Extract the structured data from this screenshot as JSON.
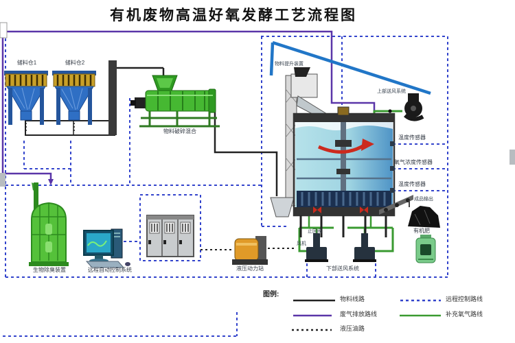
{
  "title": "有机废物高温好氧发酵工艺流程图",
  "labels": {
    "hopper1": "储料仓1",
    "hopper2": "储料仓2",
    "mixer": "物料破碎混合",
    "elevator": "物料提升装置",
    "upper_air": "上部送风系统",
    "sensor_temp_upper": "温度传感器",
    "sensor_oxygen": "氧气浓度传感器",
    "sensor_temp_lower": "温度传感器",
    "product_output": "成品输出",
    "organic_fertilizer": "有机肥",
    "deodorizer": "生物除臭装置",
    "control_system": "远程自动控制系统",
    "hydraulic_station": "液压动力站",
    "check_valve": "止回阀",
    "fan": "风机",
    "lower_air": "下部送风系统"
  },
  "legend": {
    "title": "图例:",
    "items": [
      {
        "label": "物料线路",
        "style": "solid",
        "color": "#222222"
      },
      {
        "label": "远程控制路线",
        "style": "dashed",
        "color": "#3344cc"
      },
      {
        "label": "废气排放路线",
        "style": "solid",
        "color": "#5a35a8"
      },
      {
        "label": "补充氧气路线",
        "style": "solid",
        "color": "#3a9a30"
      },
      {
        "label": "液压油路",
        "style": "dashed",
        "color": "#222222"
      }
    ]
  },
  "colors": {
    "material_line": "#222222",
    "remote_line": "#3344cc",
    "waste_gas_line": "#5a35a8",
    "oxygen_line": "#3a9a30",
    "hydraulic_line": "#222222",
    "roof": "#2176c7",
    "tank_fill": "#9fd4e2",
    "hopper_blue": "#2f6fc4",
    "hopper_gold": "#c8a028",
    "machine_green": "#46b832",
    "deodorizer_green": "#55c13a",
    "hydraulic_orange": "#e09a28",
    "arrow_red": "#cc2a1e"
  }
}
